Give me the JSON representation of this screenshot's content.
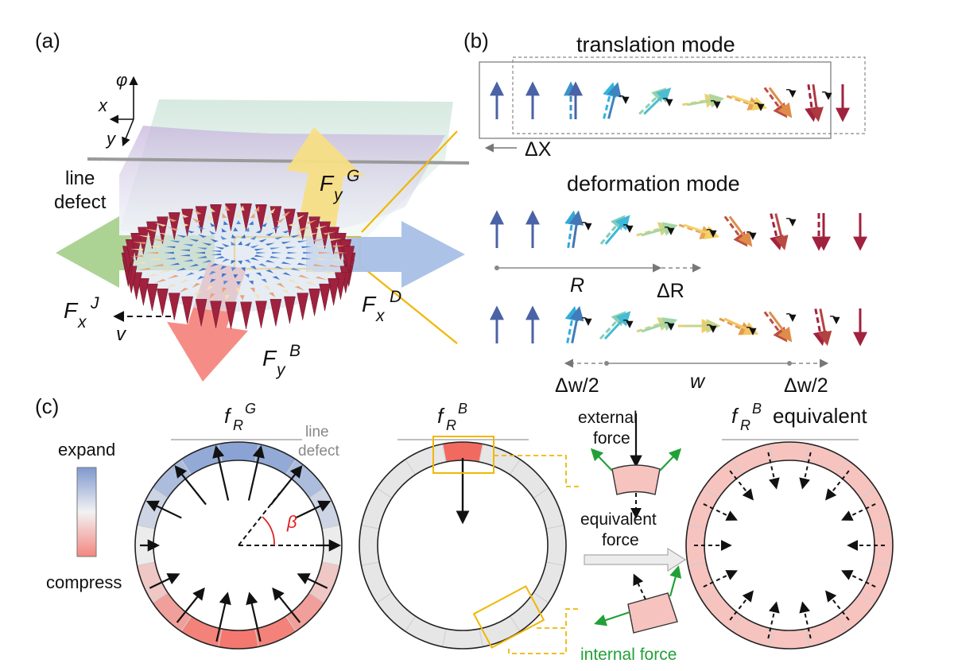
{
  "panels": {
    "a": {
      "label": "(a)",
      "axes": {
        "phi": "φ",
        "x": "x",
        "y": "y"
      },
      "defect_label": [
        "line",
        "defect"
      ],
      "forces": {
        "gyro": {
          "main": "F",
          "sub": "y",
          "sup": "G",
          "color": "#f7de85"
        },
        "drive": {
          "main": "F",
          "sub": "x",
          "sup": "J",
          "color": "#a9d18e"
        },
        "damp": {
          "main": "F",
          "sub": "x",
          "sup": "D",
          "color": "#a8c0e6"
        },
        "defect": {
          "main": "F",
          "sub": "y",
          "sup": "B",
          "color": "#f4877f"
        }
      },
      "velocity": "v"
    },
    "b": {
      "label": "(b)",
      "translation_title": "translation mode",
      "deformation_title": "deformation mode",
      "dX": "ΔX",
      "R": "R",
      "dR": "ΔR",
      "dw_left": "Δw/2",
      "w": "w",
      "dw_right": "Δw/2"
    },
    "c": {
      "label": "(c)",
      "colorbar": {
        "top": "expand",
        "bottom": "compress"
      },
      "ring1_title": {
        "main": "f",
        "sub": "R",
        "sup": "G"
      },
      "ring1_defect": [
        "line",
        "defect"
      ],
      "beta": "β",
      "ring2_title": {
        "main": "f",
        "sub": "R",
        "sup": "B"
      },
      "external": [
        "external",
        "force"
      ],
      "equivalent": [
        "equivalent",
        "force"
      ],
      "internal": "internal force",
      "ring3_title": {
        "main": "f",
        "sub": "R",
        "sup": "B",
        "tail": "equivalent"
      }
    }
  },
  "colors": {
    "blue_arrow": "#4a62a6",
    "red_arrow": "#a0223e",
    "gold": "#f0b700",
    "green": "#22a038",
    "ring_grey": "#e6e6e6",
    "compress": "#f4867f",
    "expand": "#8aa3d4",
    "pale_red": "#f6c3bf"
  }
}
